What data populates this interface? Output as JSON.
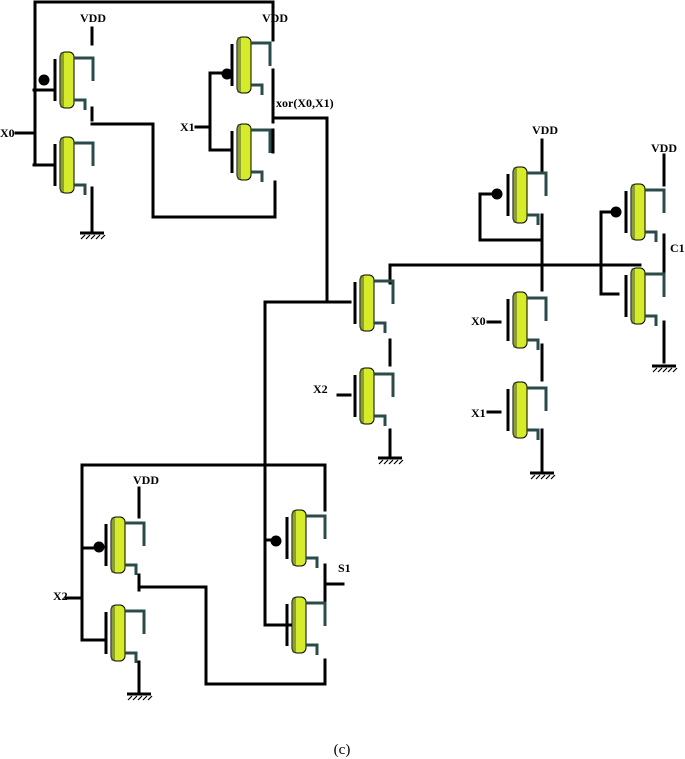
{
  "figure": {
    "caption": "(c)",
    "labels": {
      "vdd": "VDD",
      "x0": "X0",
      "x1": "X1",
      "x2": "X2",
      "xor": "xor(X0,X1)",
      "c1": "C1",
      "s1": "S1"
    }
  },
  "colors": {
    "wire": "#000000",
    "transistor_fill": "#d6ec2a",
    "transistor_terminal": "#2b4b4b"
  }
}
